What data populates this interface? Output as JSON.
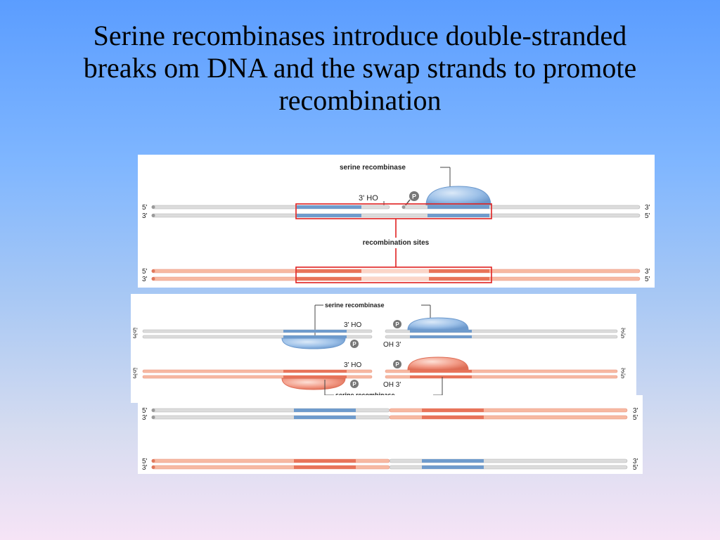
{
  "slide": {
    "title": "Serine recombinases introduce double-stranded breaks om DNA and the swap strands to promote recombination"
  },
  "panel1": {
    "enzyme_label": "serine recombinase",
    "hydroxyl_label": "3' HO",
    "phosphate_label": "P",
    "sites_label": "recombination sites",
    "left_ends": [
      "5'",
      "3'",
      "5'",
      "3'"
    ],
    "right_ends": [
      "3'",
      "5'",
      "3'",
      "5'"
    ]
  },
  "panel2": {
    "enzyme_label_top": "serine recombinase",
    "enzyme_label_bottom": "serine recombinase",
    "hydroxyl_top": "3' HO",
    "hydroxyl_bottom": "3' HO",
    "oh3_top": "OH 3'",
    "oh3_bottom": "OH 3'",
    "phosphate_label": "P",
    "left_ends": [
      "5'",
      "3'",
      "5'",
      "3'"
    ],
    "right_ends": [
      "3'",
      "5'",
      "3'",
      "5'"
    ]
  },
  "panel3": {
    "left_ends": [
      "5'",
      "3'",
      "5'",
      "3'"
    ],
    "right_ends": [
      "3'",
      "5'",
      "3'",
      "5'"
    ]
  },
  "colors": {
    "grey_strand": "#dcdcdc",
    "salmon_strand": "#f7b9a2",
    "blue_site": "#6f9bcc",
    "red_site": "#e8745a",
    "highlight_box": "#e02020",
    "blue_enzyme": "#9cc0e8",
    "salmon_enzyme": "#f29a86"
  }
}
